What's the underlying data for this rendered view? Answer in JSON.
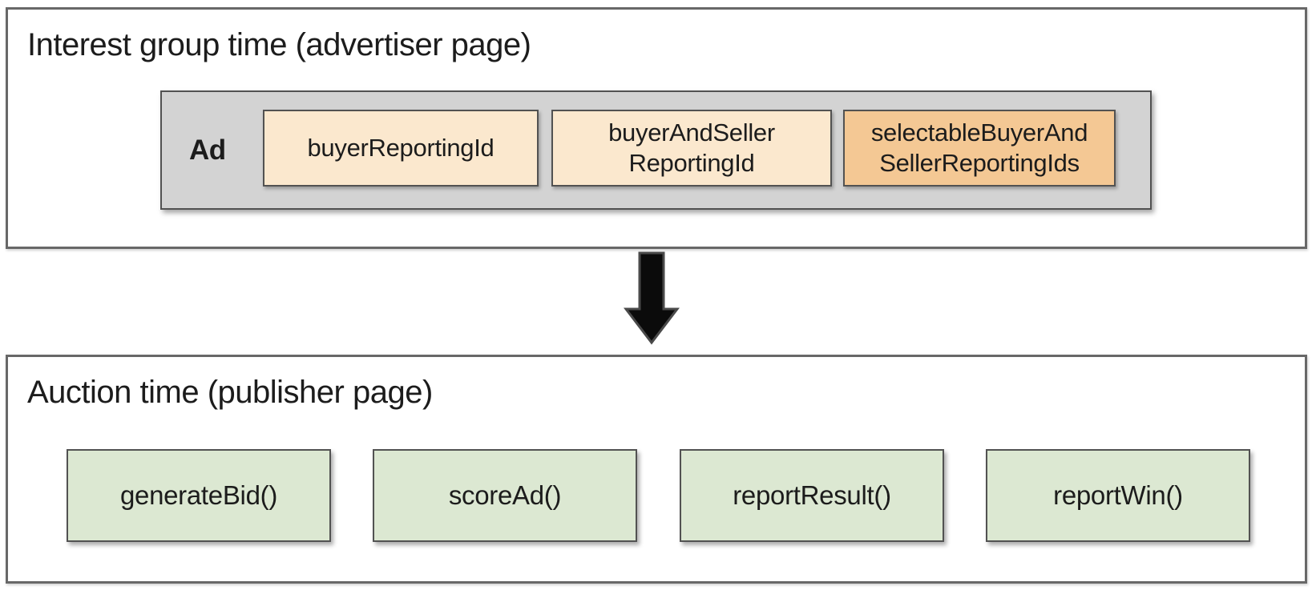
{
  "colors": {
    "panel_border": "#686868",
    "ad_container_bg": "#d3d3d3",
    "peach_bg": "#fbe8ce",
    "orange_bg": "#f4c894",
    "green_bg": "#dce8d2",
    "box_border": "#525252",
    "arrow_fill": "#0b0b0b",
    "arrow_stroke": "#4a4a4a",
    "text_color": "#1c1c1c"
  },
  "interest_group_panel": {
    "title": "Interest group time (advertiser page)",
    "ad_label": "Ad",
    "boxes": [
      {
        "label": "buyerReportingId",
        "variant": "peach"
      },
      {
        "label": "buyerAndSeller\nReportingId",
        "variant": "peach"
      },
      {
        "label": "selectableBuyerAnd\nSellerReportingIds",
        "variant": "orange"
      }
    ]
  },
  "arrow": {
    "icon": "down-arrow-icon",
    "direction": "down"
  },
  "auction_panel": {
    "title": "Auction time (publisher page)",
    "boxes": [
      {
        "label": "generateBid()"
      },
      {
        "label": "scoreAd()"
      },
      {
        "label": "reportResult()"
      },
      {
        "label": "reportWin()"
      }
    ]
  }
}
